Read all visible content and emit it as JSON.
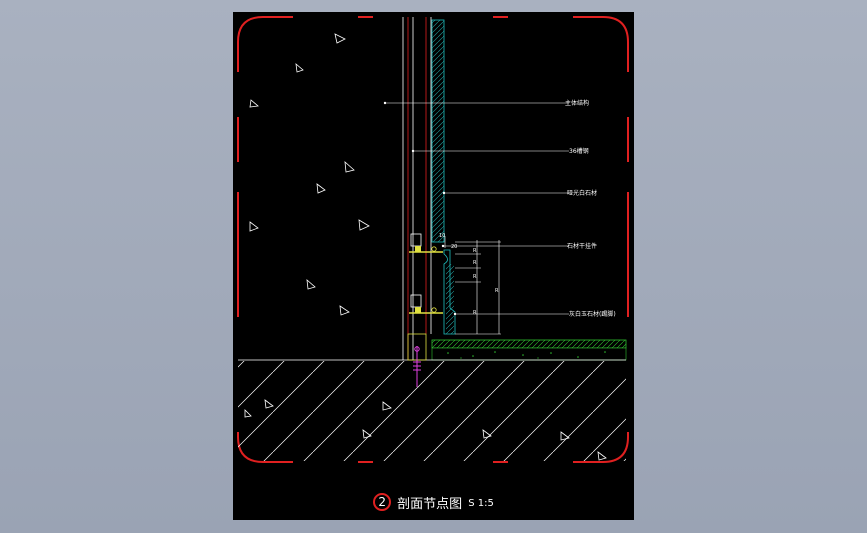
{
  "drawing": {
    "labels": {
      "structure": "主体结构",
      "steel_channel": "36槽钢",
      "stone_finish": "哑光白石材",
      "stone_pendant": "石材干挂件",
      "stone_plinth": "灰白玉石材(踢脚)"
    },
    "dimensions": [
      "10",
      "20",
      "R",
      "R",
      "R",
      "R",
      "R"
    ]
  },
  "title": {
    "number": "2",
    "name": "剖面节点图",
    "scale": "S 1:5"
  },
  "colors": {
    "frame": "#e02020",
    "stone": "#20c0c0",
    "hatch": "#30c030",
    "leader": "#ffffff",
    "hardware": "#e0e040"
  }
}
